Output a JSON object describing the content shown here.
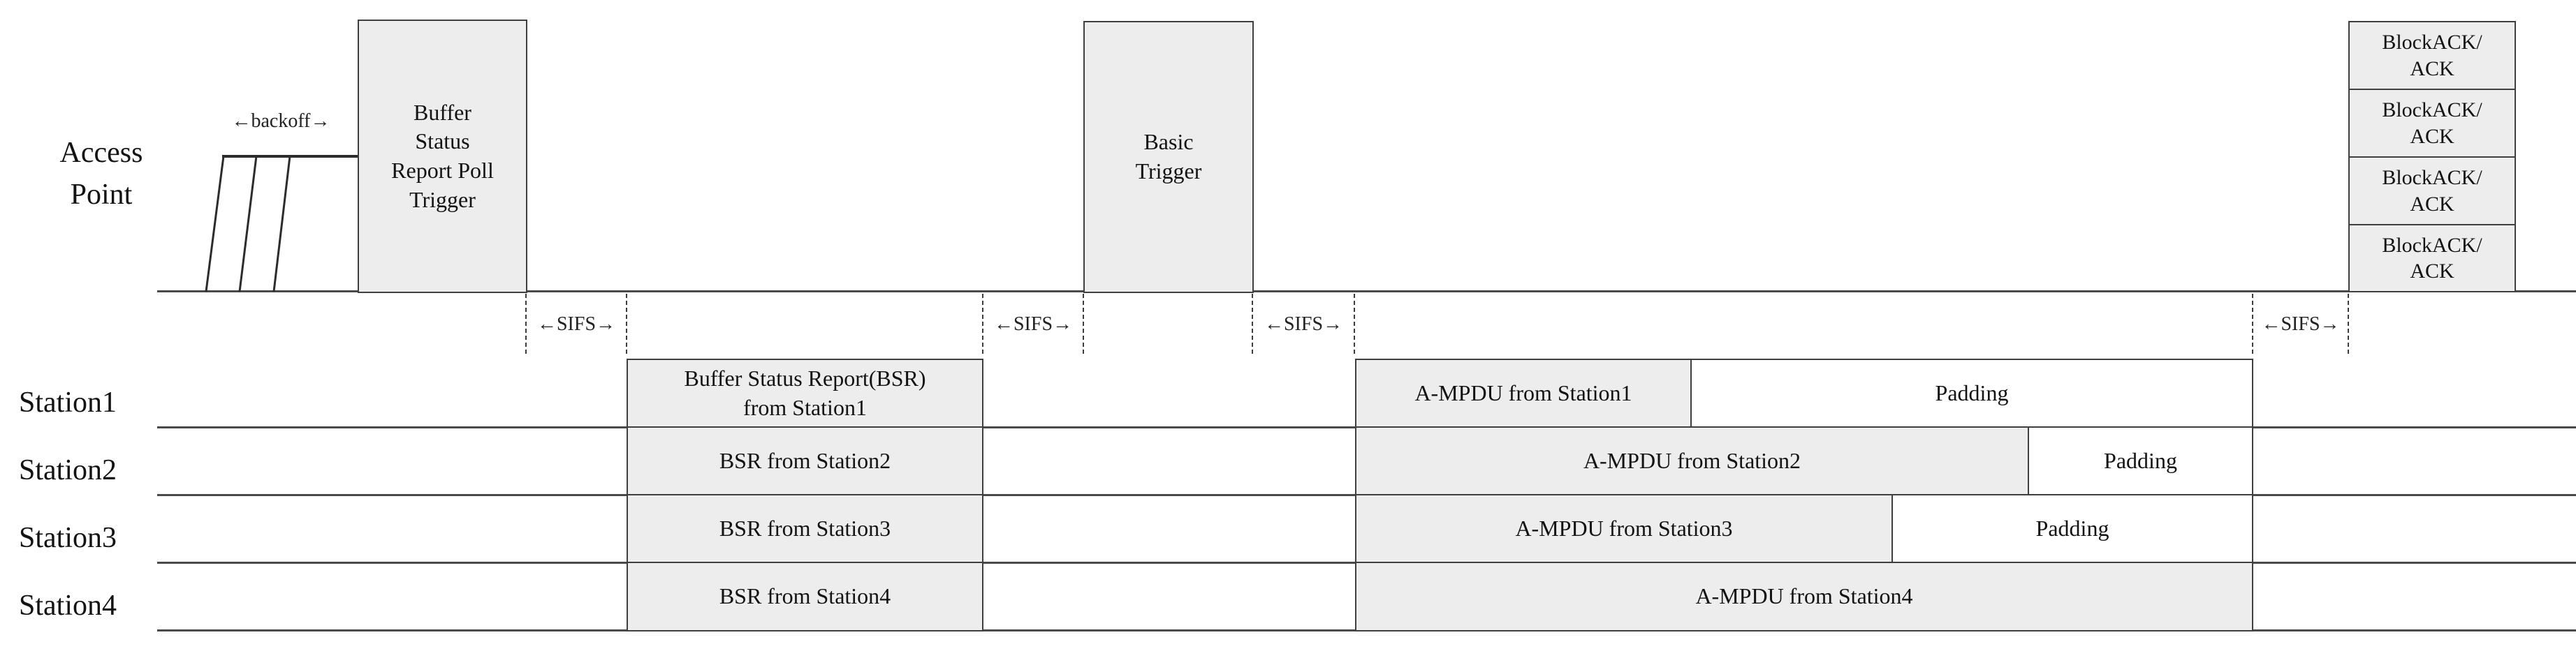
{
  "diagram": {
    "title_semantic": "802.11ax uplink OFDMA transmission timing diagram",
    "access_point_label": "Access\nPoint",
    "backoff_label": "←backoff→",
    "sifs_label": "←SIFS→",
    "ap_boxes": {
      "bsrp_trigger_label": "Buffer\nStatus\nReport Poll\nTrigger",
      "basic_trigger_label": "Basic\nTrigger",
      "block_ack_labels": [
        "BlockACK/\nACK",
        "BlockACK/\nACK",
        "BlockACK/\nACK",
        "BlockACK/\nACK"
      ]
    },
    "stations": [
      {
        "label": "Station1",
        "bsr_label": "Buffer Status Report(BSR)\nfrom Station1",
        "ampdu_label": "A-MPDU from Station1",
        "padding_label": "Padding"
      },
      {
        "label": "Station2",
        "bsr_label": "BSR from Station2",
        "ampdu_label": "A-MPDU from Station2",
        "padding_label": "Padding"
      },
      {
        "label": "Station3",
        "bsr_label": "BSR from Station3",
        "ampdu_label": "A-MPDU from Station3",
        "padding_label": "Padding"
      },
      {
        "label": "Station4",
        "bsr_label": "BSR from Station4",
        "ampdu_label": "A-MPDU from Station4",
        "padding_label": ""
      }
    ],
    "colors": {
      "box_fill": "#ededed",
      "padding_fill": "#ffffff",
      "border": "#3f3f3f",
      "line": "#4a4a4a",
      "text": "#131313"
    }
  }
}
